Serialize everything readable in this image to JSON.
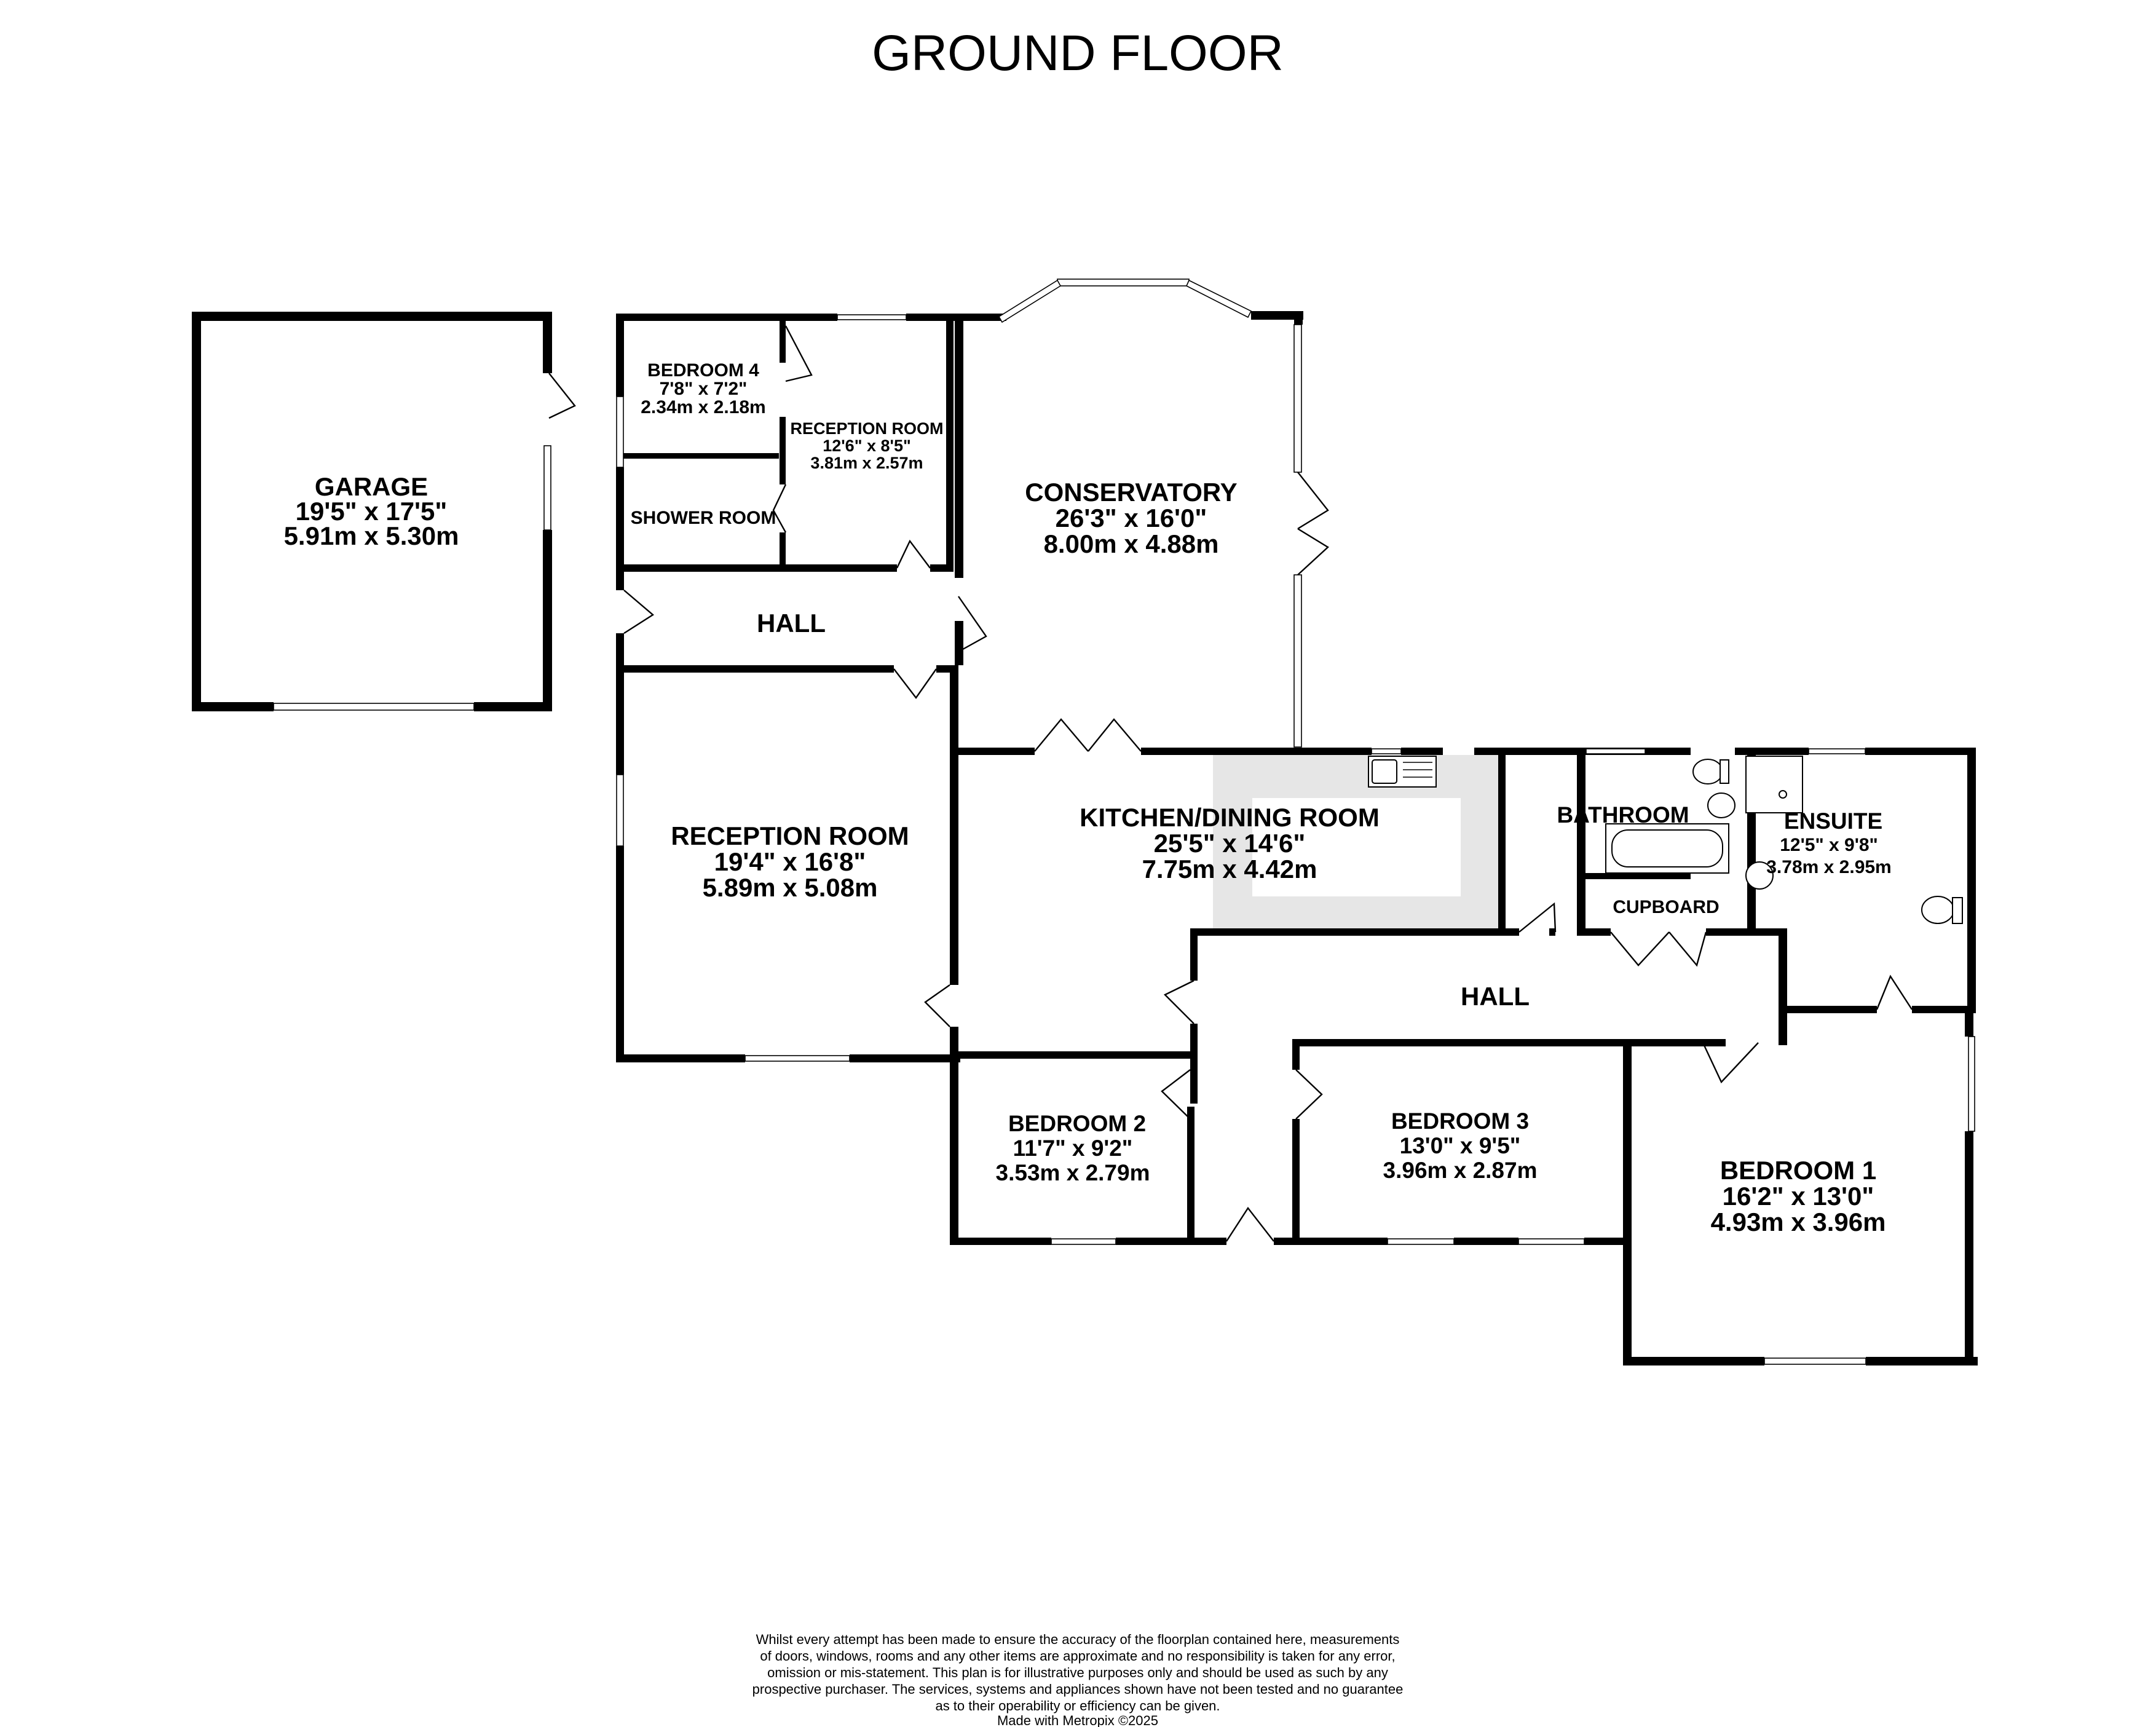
{
  "title": "GROUND FLOOR",
  "rooms": {
    "garage": {
      "name": "GARAGE",
      "imperial": "19'5\"  x 17'5\"",
      "metric": "5.91m  x 5.30m"
    },
    "bedroom4": {
      "name": "BEDROOM 4",
      "imperial": "7'8\"  x 7'2\"",
      "metric": "2.34m  x 2.18m"
    },
    "reception_small": {
      "name": "RECEPTION ROOM",
      "imperial": "12'6\"  x 8'5\"",
      "metric": "3.81m  x 2.57m"
    },
    "shower_room": {
      "name": "SHOWER ROOM"
    },
    "hall_upper": {
      "name": "HALL"
    },
    "conservatory": {
      "name": "CONSERVATORY",
      "imperial": "26'3\"  x 16'0\"",
      "metric": "8.00m  x 4.88m"
    },
    "reception_large": {
      "name": "RECEPTION ROOM",
      "imperial": "19'4\"  x 16'8\"",
      "metric": "5.89m  x 5.08m"
    },
    "kitchen": {
      "name": "KITCHEN/DINING ROOM",
      "imperial": "25'5\"  x 14'6\"",
      "metric": "7.75m  x 4.42m"
    },
    "bathroom": {
      "name": "BATHROOM"
    },
    "cupboard": {
      "name": "CUPBOARD"
    },
    "ensuite": {
      "name": "ENSUITE",
      "imperial": "12'5\"  x 9'8\"",
      "metric": "3.78m  x 2.95m"
    },
    "hall_lower": {
      "name": "HALL"
    },
    "bedroom2": {
      "name": "BEDROOM 2",
      "imperial": "11'7\"  x 9'2\"",
      "metric": "3.53m  x 2.79m"
    },
    "bedroom3": {
      "name": "BEDROOM 3",
      "imperial": "13'0\"  x 9'5\"",
      "metric": "3.96m  x 2.87m"
    },
    "bedroom1": {
      "name": "BEDROOM 1",
      "imperial": "16'2\"  x 13'0\"",
      "metric": "4.93m  x 3.96m"
    }
  },
  "disclaimer": [
    "Whilst every attempt has been made to ensure the accuracy of the floorplan contained here, measurements",
    "of doors, windows, rooms and any other items are approximate and no responsibility is taken for any error,",
    "omission or mis-statement. This plan is for illustrative purposes only and should be used as such by any",
    "prospective purchaser. The services, systems and appliances shown have not been tested and no guarantee",
    "as to their operability or efficiency can be given."
  ],
  "credit": "Made with Metropix ©2025",
  "colors": {
    "walls": "#000000",
    "background": "#ffffff",
    "kitchen_units": "#e6e6e6"
  }
}
